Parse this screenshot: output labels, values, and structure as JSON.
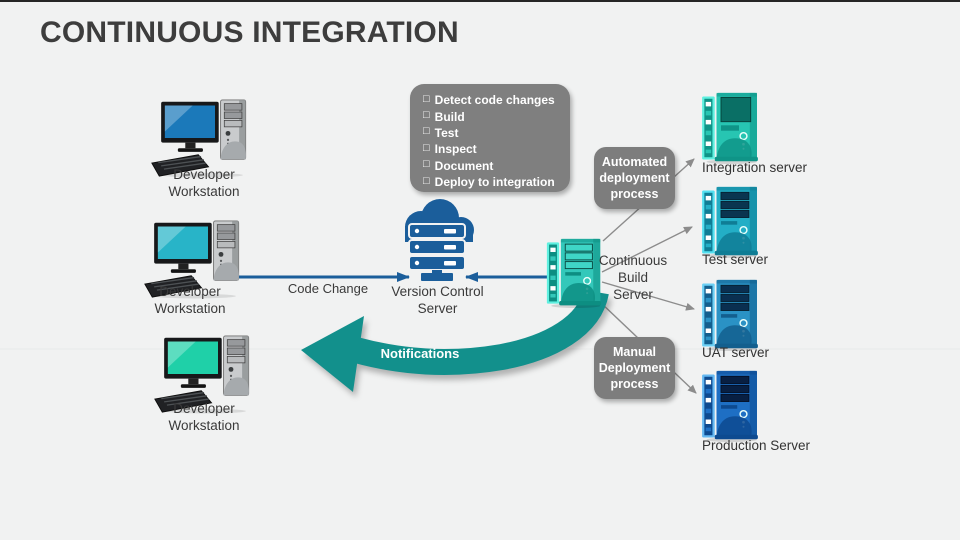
{
  "title": "CONTINUOUS INTEGRATION",
  "colors": {
    "background": "#f1f2f2",
    "title_text": "#3d3d3d",
    "label_text": "#3a3a3a",
    "gray_box_bg": "#7d7d7d",
    "gray_box_text": "#ffffff",
    "blue_line": "#1b5e9b",
    "cloud_blue": "#1b5e9b",
    "connector_gray": "#8c8c8c",
    "notification_teal": "#12908c",
    "build_server_teal": "#33c8ba",
    "integration_server_teal": "#27c5b2",
    "test_server_cyan": "#23aec6",
    "uat_server_blue": "#2a92c5",
    "production_server_blue": "#1e6fc4"
  },
  "workstations": [
    {
      "label": "Developer\nWorkstation"
    },
    {
      "label": "Developer\nWorkstation"
    },
    {
      "label": "Developer\nWorkstation"
    }
  ],
  "flow": {
    "code_change_label": "Code Change",
    "version_control_label": "Version Control\nServer",
    "build_server_label": "Continuous\nBuild\nServer",
    "notifications_label": "Notifications"
  },
  "checklist": {
    "checkbox_glyph": "□",
    "items": [
      "Detect code changes",
      "Build",
      "Test",
      "Inspect",
      "Document",
      "Deploy to integration"
    ]
  },
  "process_boxes": {
    "automated": "Automated\ndeployment\nprocess",
    "manual": "Manual\nDeployment\nprocess"
  },
  "servers": [
    {
      "label": "Integration server"
    },
    {
      "label": "Test server"
    },
    {
      "label": "UAT server"
    },
    {
      "label": "Production Server"
    }
  ],
  "icons": {
    "workstation": "desktop-computer-icon",
    "version_control": "cloud-server-icon",
    "build_server": "tower-server-icon",
    "environment_server": "tower-server-icon",
    "checkbox": "checkbox-icon"
  }
}
